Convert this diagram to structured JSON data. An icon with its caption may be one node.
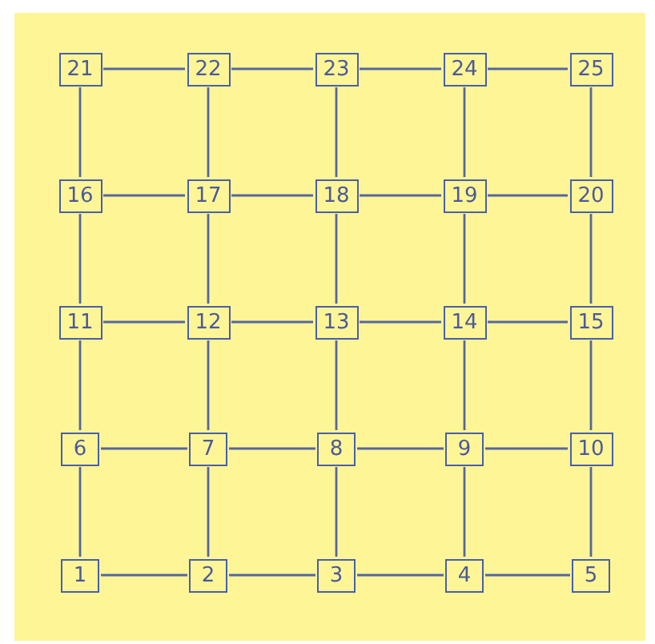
{
  "diagram": {
    "nodes": [
      {
        "text": [
          "21"
        ]
      },
      {
        "text": [
          "22"
        ]
      },
      {
        "text": [
          "23"
        ]
      },
      {
        "text": [
          "24"
        ]
      },
      {
        "text": [
          "25"
        ]
      },
      {
        "text": [
          "16"
        ]
      },
      {
        "text": [
          "17"
        ]
      },
      {
        "text": [
          "18"
        ]
      },
      {
        "text": [
          "19"
        ]
      },
      {
        "text": [
          "20"
        ]
      },
      {
        "text": [
          "11"
        ]
      },
      {
        "text": [
          "12"
        ]
      },
      {
        "text": [
          "13"
        ]
      },
      {
        "text": [
          "14"
        ]
      },
      {
        "text": [
          "15"
        ]
      },
      {
        "text": [
          "6"
        ]
      },
      {
        "text": [
          "7"
        ]
      },
      {
        "text": [
          "8"
        ]
      },
      {
        "text": [
          "9"
        ]
      },
      {
        "text": [
          "10"
        ]
      },
      {
        "text": [
          "1"
        ]
      },
      {
        "text": [
          "2"
        ]
      },
      {
        "text": [
          "3"
        ]
      },
      {
        "text": [
          "4"
        ]
      },
      {
        "text": [
          "5"
        ]
      }
    ],
    "edges": [
      {
        "from": 0,
        "to": 1,
        "arrow": "none"
      },
      {
        "from": 1,
        "to": 2,
        "arrow": "none"
      },
      {
        "from": 2,
        "to": 3,
        "arrow": "none"
      },
      {
        "from": 3,
        "to": 4,
        "arrow": "none"
      },
      {
        "from": 5,
        "to": 6,
        "arrow": "none"
      },
      {
        "from": 6,
        "to": 7,
        "arrow": "none"
      },
      {
        "from": 7,
        "to": 8,
        "arrow": "none"
      },
      {
        "from": 8,
        "to": 9,
        "arrow": "none"
      },
      {
        "from": 10,
        "to": 11,
        "arrow": "none"
      },
      {
        "from": 11,
        "to": 12,
        "arrow": "none"
      },
      {
        "from": 12,
        "to": 13,
        "arrow": "none"
      },
      {
        "from": 13,
        "to": 14,
        "arrow": "none"
      },
      {
        "from": 15,
        "to": 16,
        "arrow": "none"
      },
      {
        "from": 16,
        "to": 17,
        "arrow": "none"
      },
      {
        "from": 17,
        "to": 18,
        "arrow": "none"
      },
      {
        "from": 18,
        "to": 19,
        "arrow": "none"
      },
      {
        "from": 20,
        "to": 21,
        "arrow": "none"
      },
      {
        "from": 21,
        "to": 22,
        "arrow": "none"
      },
      {
        "from": 22,
        "to": 23,
        "arrow": "none"
      },
      {
        "from": 23,
        "to": 24,
        "arrow": "none"
      },
      {
        "from": 0,
        "to": 5,
        "arrow": "none"
      },
      {
        "from": 1,
        "to": 6,
        "arrow": "none"
      },
      {
        "from": 2,
        "to": 7,
        "arrow": "none"
      },
      {
        "from": 3,
        "to": 8,
        "arrow": "none"
      },
      {
        "from": 4,
        "to": 9,
        "arrow": "none"
      },
      {
        "from": 5,
        "to": 10,
        "arrow": "none"
      },
      {
        "from": 6,
        "to": 11,
        "arrow": "none"
      },
      {
        "from": 7,
        "to": 12,
        "arrow": "none"
      },
      {
        "from": 8,
        "to": 13,
        "arrow": "none"
      },
      {
        "from": 9,
        "to": 14,
        "arrow": "none"
      },
      {
        "from": 10,
        "to": 15,
        "arrow": "none"
      },
      {
        "from": 11,
        "to": 16,
        "arrow": "none"
      },
      {
        "from": 12,
        "to": 17,
        "arrow": "none"
      },
      {
        "from": 13,
        "to": 18,
        "arrow": "none"
      },
      {
        "from": 14,
        "to": 19,
        "arrow": "none"
      },
      {
        "from": 15,
        "to": 20,
        "arrow": "none"
      },
      {
        "from": 16,
        "to": 21,
        "arrow": "none"
      },
      {
        "from": 17,
        "to": 22,
        "arrow": "none"
      },
      {
        "from": 18,
        "to": 23,
        "arrow": "none"
      },
      {
        "from": 19,
        "to": 24,
        "arrow": "none"
      }
    ]
  }
}
